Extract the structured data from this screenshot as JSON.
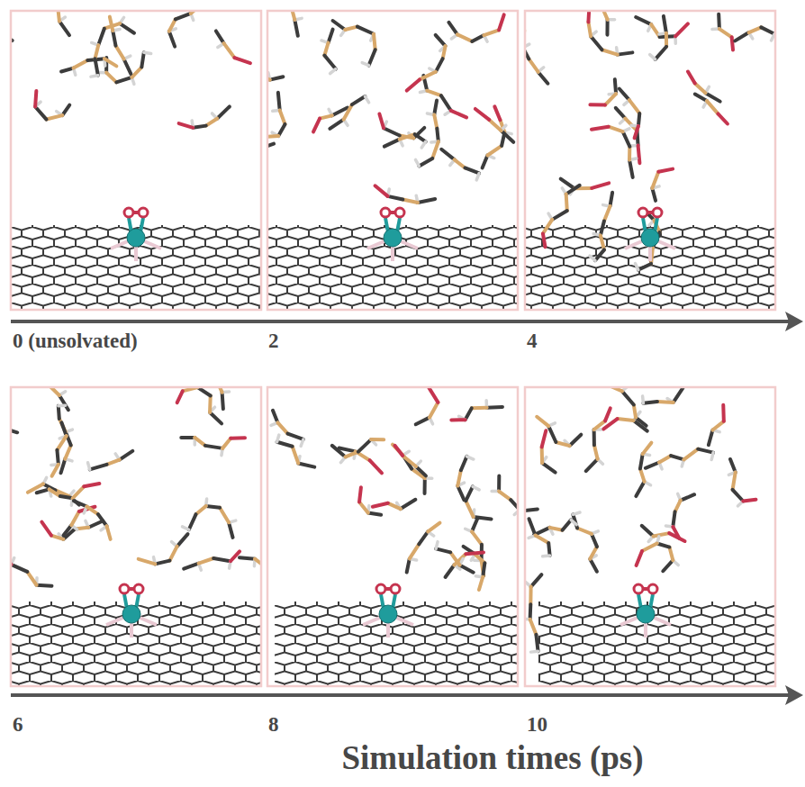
{
  "diagram": {
    "labels": [
      "0 (unsolvated)",
      "2",
      "4",
      "6",
      "8",
      "10",
      "Simulation times (ps)"
    ]
  }
}
